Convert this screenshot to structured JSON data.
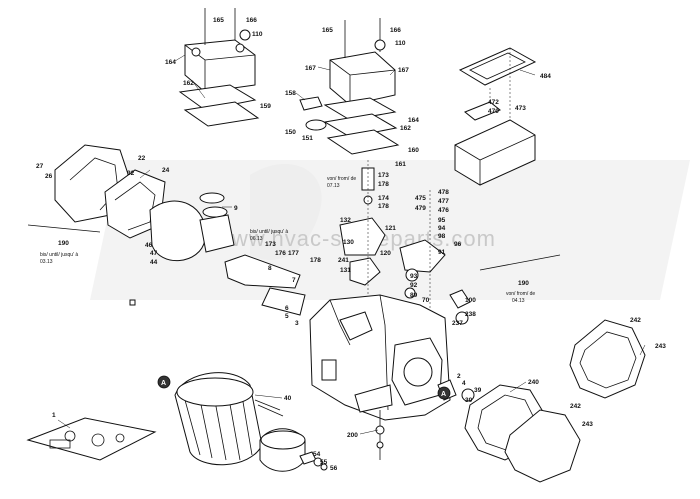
{
  "watermark": "www.hvac-spareparts.com",
  "notes": {
    "n1_line1": "bis/ until/ jusqu' à",
    "n1_line2": "06.13",
    "n2_line1": "bis/ until/ jusqu' à",
    "n2_line2": "03.13",
    "n3_line1": "von/ from/ de",
    "n3_line2": "07.13",
    "n4_line1": "von/ from/ de",
    "n4_line2": "04.13"
  },
  "marker": "A",
  "labels": {
    "l1": "1",
    "l2": "2",
    "l3": "3",
    "l4": "4",
    "l5": "5",
    "l6": "6",
    "l7": "7",
    "l8": "8",
    "l9": "9",
    "l22": "22",
    "l24": "24",
    "l26": "26",
    "l27": "27",
    "l30": "30",
    "l32": "32",
    "l39": "39",
    "l40": "40",
    "l44": "44",
    "l46": "46",
    "l47": "47",
    "l54": "54",
    "l55": "55",
    "l56": "56",
    "l70": "70",
    "l89": "89",
    "l91": "91",
    "l92": "92",
    "l93": "93",
    "l94": "94",
    "l95": "95",
    "l96": "96",
    "l98": "98",
    "l100": "100",
    "l110a": "110",
    "l110b": "110",
    "l120": "120",
    "l121": "121",
    "l130": "130",
    "l131": "131",
    "l132": "132",
    "l150": "150",
    "l151": "151",
    "l158": "158",
    "l159": "159",
    "l160": "160",
    "l161": "161",
    "l162a": "162",
    "l162b": "162",
    "l164a": "164",
    "l164b": "164",
    "l165a": "165",
    "l165b": "165",
    "l166a": "166",
    "l166b": "166",
    "l167a": "167",
    "l167b": "167",
    "l173a": "173",
    "l173b": "173",
    "l174": "174",
    "l176": "176",
    "l177": "177",
    "l178a": "178",
    "l178b": "178",
    "l190a": "190",
    "l190b": "190",
    "l200": "200",
    "l237": "237",
    "l238": "238",
    "l240": "240",
    "l241": "241",
    "l242a": "242",
    "l242b": "242",
    "l243a": "243",
    "l243b": "243",
    "l470": "470",
    "l472": "472",
    "l473": "473",
    "l475": "475",
    "l476": "476",
    "l477": "477",
    "l478": "478",
    "l479": "479",
    "l484": "484"
  }
}
